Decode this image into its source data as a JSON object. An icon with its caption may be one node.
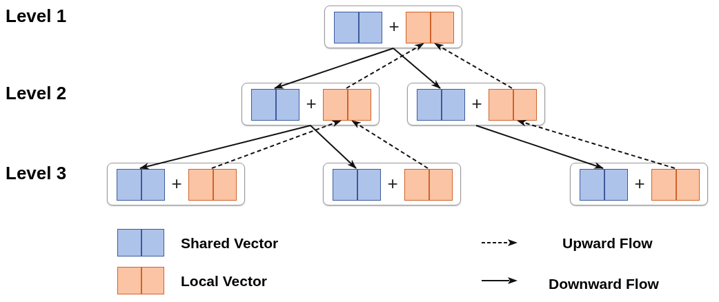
{
  "diagram": {
    "nodes": [
      {
        "text": [
          "+"
        ]
      },
      {
        "text": [],
        "shape": "box",
        "in": 0
      },
      {
        "text": [],
        "shape": "box",
        "in": 0
      },
      {
        "text": [
          "+"
        ]
      },
      {
        "text": [],
        "shape": "box",
        "in": 3
      },
      {
        "text": [],
        "shape": "box",
        "in": 3
      },
      {
        "text": [
          "+"
        ]
      },
      {
        "text": [],
        "shape": "box",
        "in": 6
      },
      {
        "text": [],
        "shape": "box",
        "in": 6
      },
      {
        "text": [
          "+"
        ]
      },
      {
        "text": [],
        "shape": "box",
        "in": 9
      },
      {
        "text": [],
        "shape": "box",
        "in": 9
      },
      {
        "text": [
          "+"
        ]
      },
      {
        "text": [],
        "shape": "box",
        "in": 12
      },
      {
        "text": [],
        "shape": "box",
        "in": 12
      },
      {
        "text": [
          "+"
        ]
      },
      {
        "text": [],
        "shape": "box",
        "in": 15
      },
      {
        "text": [],
        "shape": "box",
        "in": 15
      }
    ],
    "edges": [
      {
        "from": 0,
        "to": 4,
        "arrow": "to"
      },
      {
        "from": 0,
        "to": 7,
        "arrow": "to"
      },
      {
        "from": 3,
        "to": 10,
        "arrow": "to"
      },
      {
        "from": 3,
        "to": 13,
        "arrow": "to"
      },
      {
        "from": 6,
        "to": 16,
        "arrow": "to"
      },
      {
        "from": 5,
        "to": 2,
        "arrow": "to",
        "style": "dashed"
      },
      {
        "from": 8,
        "to": 2,
        "arrow": "to",
        "style": "dashed"
      },
      {
        "from": 11,
        "to": 5,
        "arrow": "to",
        "style": "dashed"
      },
      {
        "from": 14,
        "to": 5,
        "arrow": "to",
        "style": "dashed"
      },
      {
        "from": 17,
        "to": 8,
        "arrow": "to",
        "style": "dashed"
      }
    ],
    "labels": [
      "Level 1",
      "Level 2",
      "Level 3"
    ],
    "legend": [
      {
        "text": "Shared Vector",
        "color": "#aec3ea"
      },
      {
        "text": "Local Vector",
        "color": "#fbc4a4"
      },
      {
        "text": "Upward Flow"
      },
      {
        "text": "Downward Flow"
      }
    ]
  }
}
